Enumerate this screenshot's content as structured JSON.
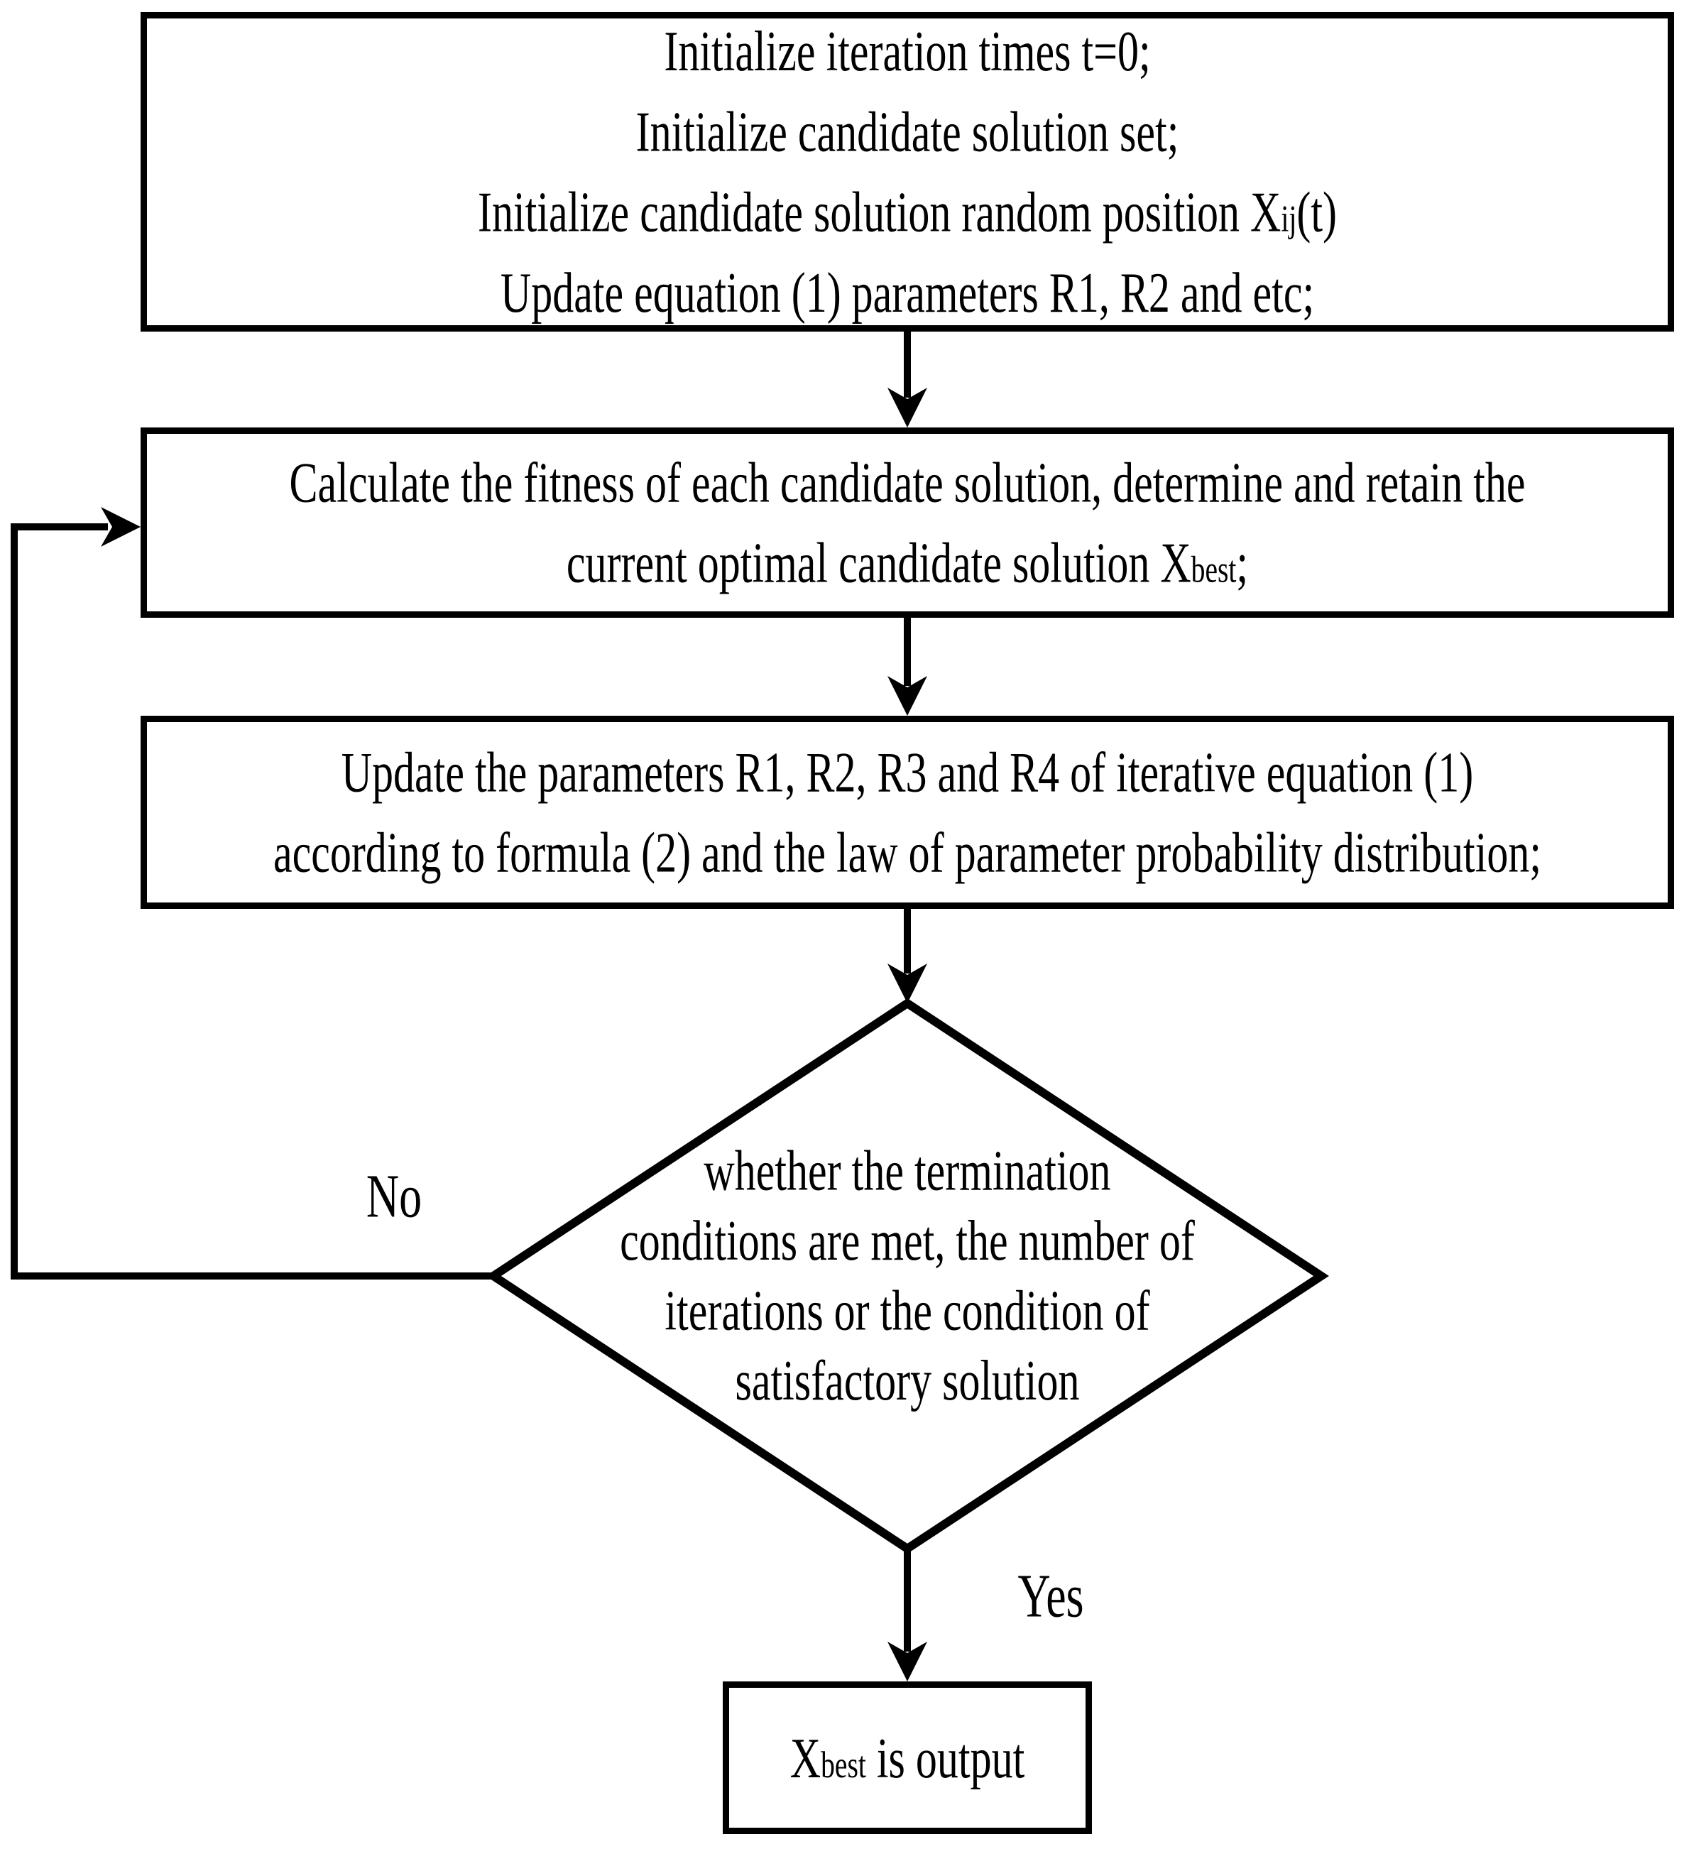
{
  "diagram": {
    "type": "flowchart",
    "colors": {
      "stroke": "#000000",
      "background": "#ffffff",
      "text": "#000000"
    },
    "labels": {
      "no": "No",
      "yes": "Yes"
    },
    "nodes": {
      "init": {
        "shape": "process",
        "lines": [
          [
            {
              "t": "Initialize iteration times t=0;"
            }
          ],
          [
            {
              "t": "Initialize candidate solution set;"
            }
          ],
          [
            {
              "t": "Initialize candidate solution random position X"
            },
            {
              "t": "i",
              "s": "sub"
            },
            {
              "t": "j",
              "s": "sup"
            },
            {
              "t": "(t)"
            }
          ],
          [
            {
              "t": "Update equation (1) parameters R1, R2 and etc;"
            }
          ]
        ]
      },
      "fitness": {
        "shape": "process",
        "lines": [
          [
            {
              "t": "Calculate the fitness of each candidate solution, determine and retain the"
            }
          ],
          [
            {
              "t": "current optimal candidate solution X"
            },
            {
              "t": "best",
              "s": "sub"
            },
            {
              "t": ";"
            }
          ]
        ]
      },
      "update_params": {
        "shape": "process",
        "lines": [
          [
            {
              "t": "Update the parameters R1, R2, R3 and R4 of iterative equation (1)"
            }
          ],
          [
            {
              "t": "according to formula (2) and the law of parameter probability distribution;"
            }
          ]
        ]
      },
      "decision": {
        "shape": "decision",
        "lines": [
          [
            {
              "t": "whether the termination"
            }
          ],
          [
            {
              "t": "conditions are met, the number of"
            }
          ],
          [
            {
              "t": "iterations or the condition of"
            }
          ],
          [
            {
              "t": "satisfactory solution"
            }
          ]
        ]
      },
      "output": {
        "shape": "process",
        "lines": [
          [
            {
              "t": "X"
            },
            {
              "t": "best",
              "s": "sub"
            },
            {
              "t": " is output"
            }
          ]
        ]
      }
    },
    "edges": [
      {
        "from": "init",
        "to": "fitness"
      },
      {
        "from": "fitness",
        "to": "update_params"
      },
      {
        "from": "update_params",
        "to": "decision"
      },
      {
        "from": "decision",
        "to": "output",
        "label": "Yes"
      },
      {
        "from": "decision",
        "to": "fitness",
        "label": "No"
      }
    ]
  }
}
